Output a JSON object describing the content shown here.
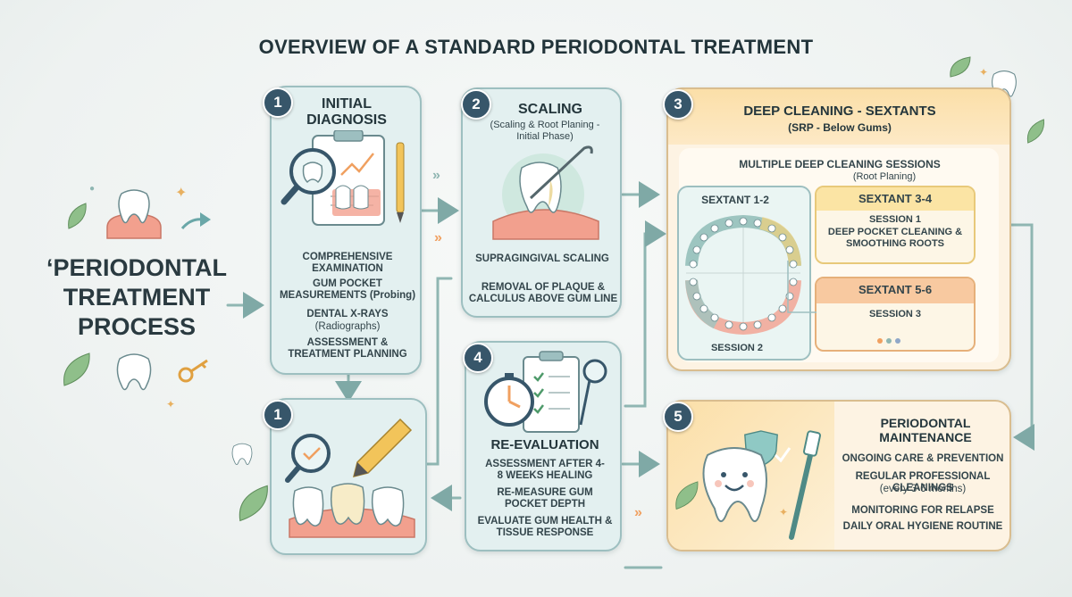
{
  "title": "OVERVIEW OF A STANDARD PERIODONTAL TREATMENT",
  "side_title": "‘PERIODONTAL TREATMENT PROCESS",
  "colors": {
    "navy": "#37566a",
    "teal_border": "#9dbfc0",
    "card_blue": "#e3f0f0",
    "card_peach": "#fdf3e3",
    "accent_orange": "#f0a060",
    "gum": "#f2a08e"
  },
  "steps": {
    "diagnosis": {
      "num": "1",
      "heading": "INITIAL DIAGNOSIS",
      "items": [
        "COMPREHENSIVE EXAMINATION",
        "GUM POCKET MEASUREMENTS (Probing)",
        "DENTAL X-RAYS",
        "(Radiographs)",
        "ASSESSMENT & TREATMENT PLANNING"
      ],
      "icon": "clipboard-magnifier-icon"
    },
    "scaling": {
      "num": "2",
      "heading": "SCALING",
      "subheading": "(Scaling & Root Planing - Initial Phase)",
      "items": [
        "SUPRAGINGIVAL SCALING",
        "REMOVAL OF PLAQUE & CALCULUS ABOVE GUM LINE"
      ],
      "icon": "tooth-scaler-icon"
    },
    "deep_cleaning": {
      "num": "3",
      "heading": "DEEP CLEANING - SEXTANTS",
      "subheading": "(SRP - Below Gums)",
      "inner_heading": "MULTIPLE DEEP CLEANING SESSIONS",
      "inner_sub": "(Root Planing)",
      "sextant_12": {
        "label": "SEXTANT 1-2",
        "session": "SESSION 2"
      },
      "sextant_34": {
        "label": "SEXTANT 3-4",
        "session": "SESSION 1",
        "detail": "DEEP POCKET CLEANING & SMOOTHING ROOTS"
      },
      "sextant_56": {
        "label": "SEXTANT 5-6",
        "session": "SESSION 3"
      }
    },
    "reeval": {
      "num": "4",
      "heading": "RE-EVALUATION",
      "items": [
        "ASSESSMENT AFTER 4-8 WEEKS HEALING",
        "RE-MEASURE GUM POCKET DEPTH",
        "EVALUATE GUM HEALTH & TISSUE RESPONSE"
      ],
      "icon": "stopwatch-checklist-icon"
    },
    "maintenance": {
      "num": "5",
      "heading": "PERIODONTAL MAINTENANCE",
      "items": [
        "ONGOING CARE & PREVENTION",
        "REGULAR PROFESSIONAL CLEANINGS",
        "(every 3-6 months)",
        "MONITORING FOR RELAPSE",
        "DAILY ORAL HYGIENE ROUTINE"
      ],
      "icon": "happy-tooth-icon"
    },
    "bottom_left": {
      "num": "1",
      "icon": "teeth-pencil-icon"
    }
  }
}
